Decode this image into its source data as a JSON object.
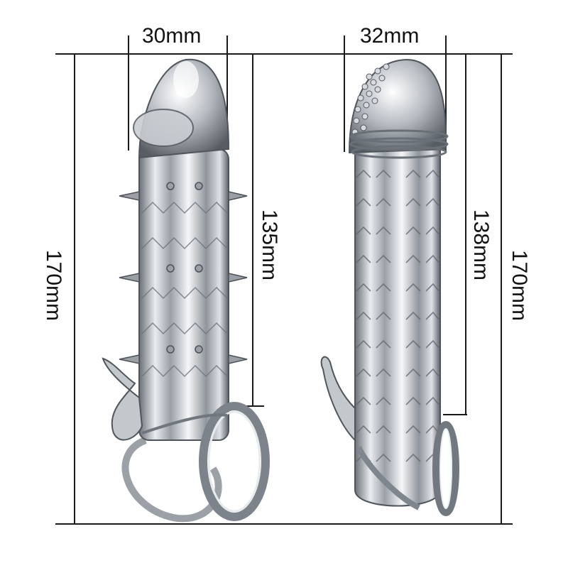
{
  "product_left": {
    "name_icon": "spiked-clear-sleeve",
    "width_label": "30mm",
    "inner_length_label": "135mm",
    "total_length_label": "170mm"
  },
  "product_right": {
    "name_icon": "ribbed-clear-sleeve",
    "width_label": "32mm",
    "inner_length_label": "138mm",
    "total_length_label": "170mm"
  },
  "colors": {
    "background": "#ffffff",
    "dimension_line": "#1a1a1a",
    "material_light": "#f2f4f6",
    "material_mid": "#b9bec4",
    "material_dark": "#5c6168"
  }
}
